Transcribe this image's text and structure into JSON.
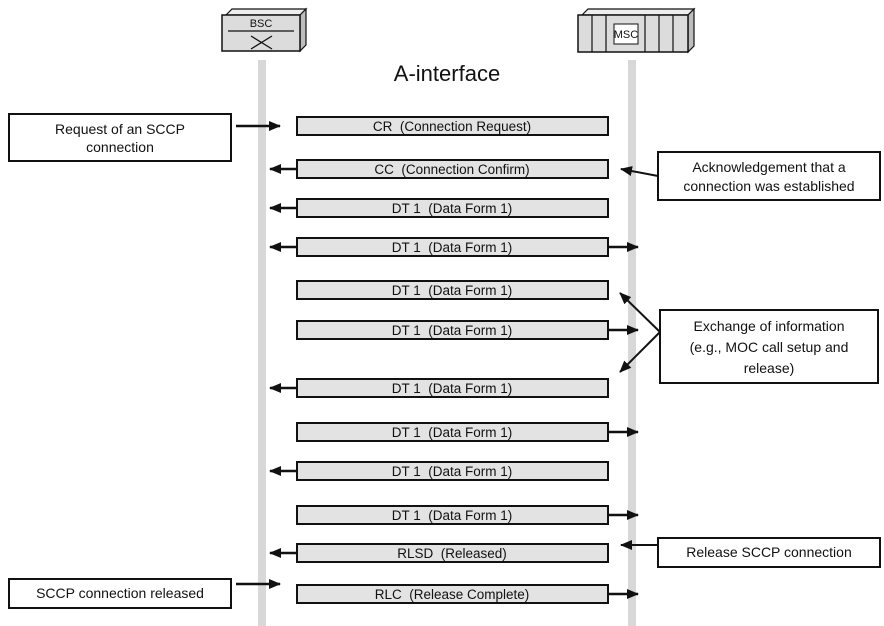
{
  "title": "A-interface",
  "entities": {
    "bsc": {
      "label": "BSC",
      "icon": "bsc-crossbar-icon"
    },
    "msc": {
      "label": "MSC",
      "icon": "msc-rack-icon"
    }
  },
  "messages": [
    {
      "label": "CR  (Connection Request)",
      "direction": "right"
    },
    {
      "label": "CC  (Connection Confirm)",
      "direction": "left"
    },
    {
      "label": "DT 1  (Data Form 1)",
      "direction": "left"
    },
    {
      "label": "DT 1  (Data Form 1)",
      "direction": "both"
    },
    {
      "label": "DT 1  (Data Form 1)",
      "direction": "none"
    },
    {
      "label": "DT 1  (Data Form 1)",
      "direction": "right"
    },
    {
      "label": "DT 1  (Data Form 1)",
      "direction": "left"
    },
    {
      "label": "DT 1  (Data Form 1)",
      "direction": "right"
    },
    {
      "label": "DT 1  (Data Form 1)",
      "direction": "left"
    },
    {
      "label": "DT 1  (Data Form 1)",
      "direction": "right"
    },
    {
      "label": "RLSD  (Released)",
      "direction": "left"
    },
    {
      "label": "RLC  (Release Complete)",
      "direction": "right"
    }
  ],
  "notes": [
    {
      "lines": [
        "Request of an SCCP",
        "connection"
      ]
    },
    {
      "lines": [
        "Acknowledgement that a",
        "connection was established"
      ]
    },
    {
      "lines": [
        "Exchange of information",
        "(e.g., MOC call setup and",
        "release)"
      ]
    },
    {
      "lines": [
        "Release SCCP connection"
      ]
    },
    {
      "lines": [
        "SCCP connection released"
      ]
    }
  ],
  "colors": {
    "lifeline": "#d8d8d8",
    "message_fill": "#e3e3e3",
    "stroke": "#111111",
    "node_fill": "#dcdcdc"
  }
}
